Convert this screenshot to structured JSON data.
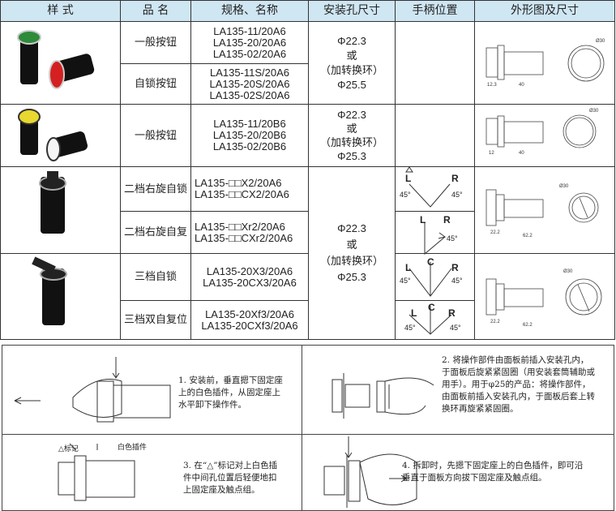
{
  "headers": [
    "样 式",
    "品 名",
    "规格、名称",
    "安装孔尺寸",
    "手柄位置",
    "外形图及尺寸"
  ],
  "rows": [
    {
      "name": "一般按钮",
      "specs": [
        "LA135-11/20A6",
        "LA135-20/20A6",
        "LA135-02/20A6"
      ]
    },
    {
      "name": "自锁按钮",
      "specs": [
        "LA135-11S/20A6",
        "LA135-20S/20A6",
        "LA135-02S/20A6"
      ]
    },
    {
      "name": "一般按钮",
      "specs": [
        "LA135-11/20B6",
        "LA135-20/20B6",
        "LA135-02/20B6"
      ]
    },
    {
      "name": "二档右旋自锁",
      "specs": [
        "LA135-□□X2/20A6",
        "LA135-□□CX2/20A6"
      ]
    },
    {
      "name": "二档右旋自复",
      "specs": [
        "LA135-□□Xr2/20A6",
        "LA135-□□CXr2/20A6"
      ]
    },
    {
      "name": "三档自锁",
      "specs": [
        "LA135-20X3/20A6",
        "LA135-20CX3/20A6"
      ]
    },
    {
      "name": "三档双自复位",
      "specs": [
        "LA135-20Xf3/20A6",
        "LA135-20CXf3/20A6"
      ]
    }
  ],
  "mount": [
    {
      "lines": [
        "Φ22.3",
        "或",
        "（加转换环）",
        "Φ25.5"
      ]
    },
    {
      "lines": [
        "Φ22.3",
        "或",
        "（加转换环）",
        "Φ25.3"
      ]
    },
    {
      "lines": [
        "Φ22.3",
        "或",
        "（加转换环）",
        "Φ25.3"
      ]
    }
  ],
  "handle": {
    "L": "L",
    "R": "R",
    "C": "C",
    "deg": "45°"
  },
  "dims": {
    "d30": "Ø30",
    "d1": "12.3",
    "d2": "40",
    "d3": "12",
    "d4": "22.2",
    "d5": "62.2"
  },
  "notes": [
    "1. 安装前，垂直摁下固定座上的白色插件，从固定座上水平卸下操作件。",
    "2. 将操作部件由面板前插入安装孔内，于面板后旋紧紧固圈（用安装套筒辅助或用手）。用于φ25的产品：将操作部件，由面板前插入安装孔内，于面板后套上转换环再旋紧紧固圈。",
    "3. 在“△”标记对上白色插件中间孔位置后轻便地扣上固定座及触点组。",
    "4. 拆卸时，先摁下固定座上的白色插件，即可沿垂直于面板方向拔下固定座及触点组。"
  ],
  "labels": {
    "mark": "△标记",
    "white": "白色插件"
  },
  "colors": {
    "header_bg": "#cfe6f3",
    "green": "#2e8b3a",
    "red": "#d42020",
    "yellow": "#e8d830"
  }
}
